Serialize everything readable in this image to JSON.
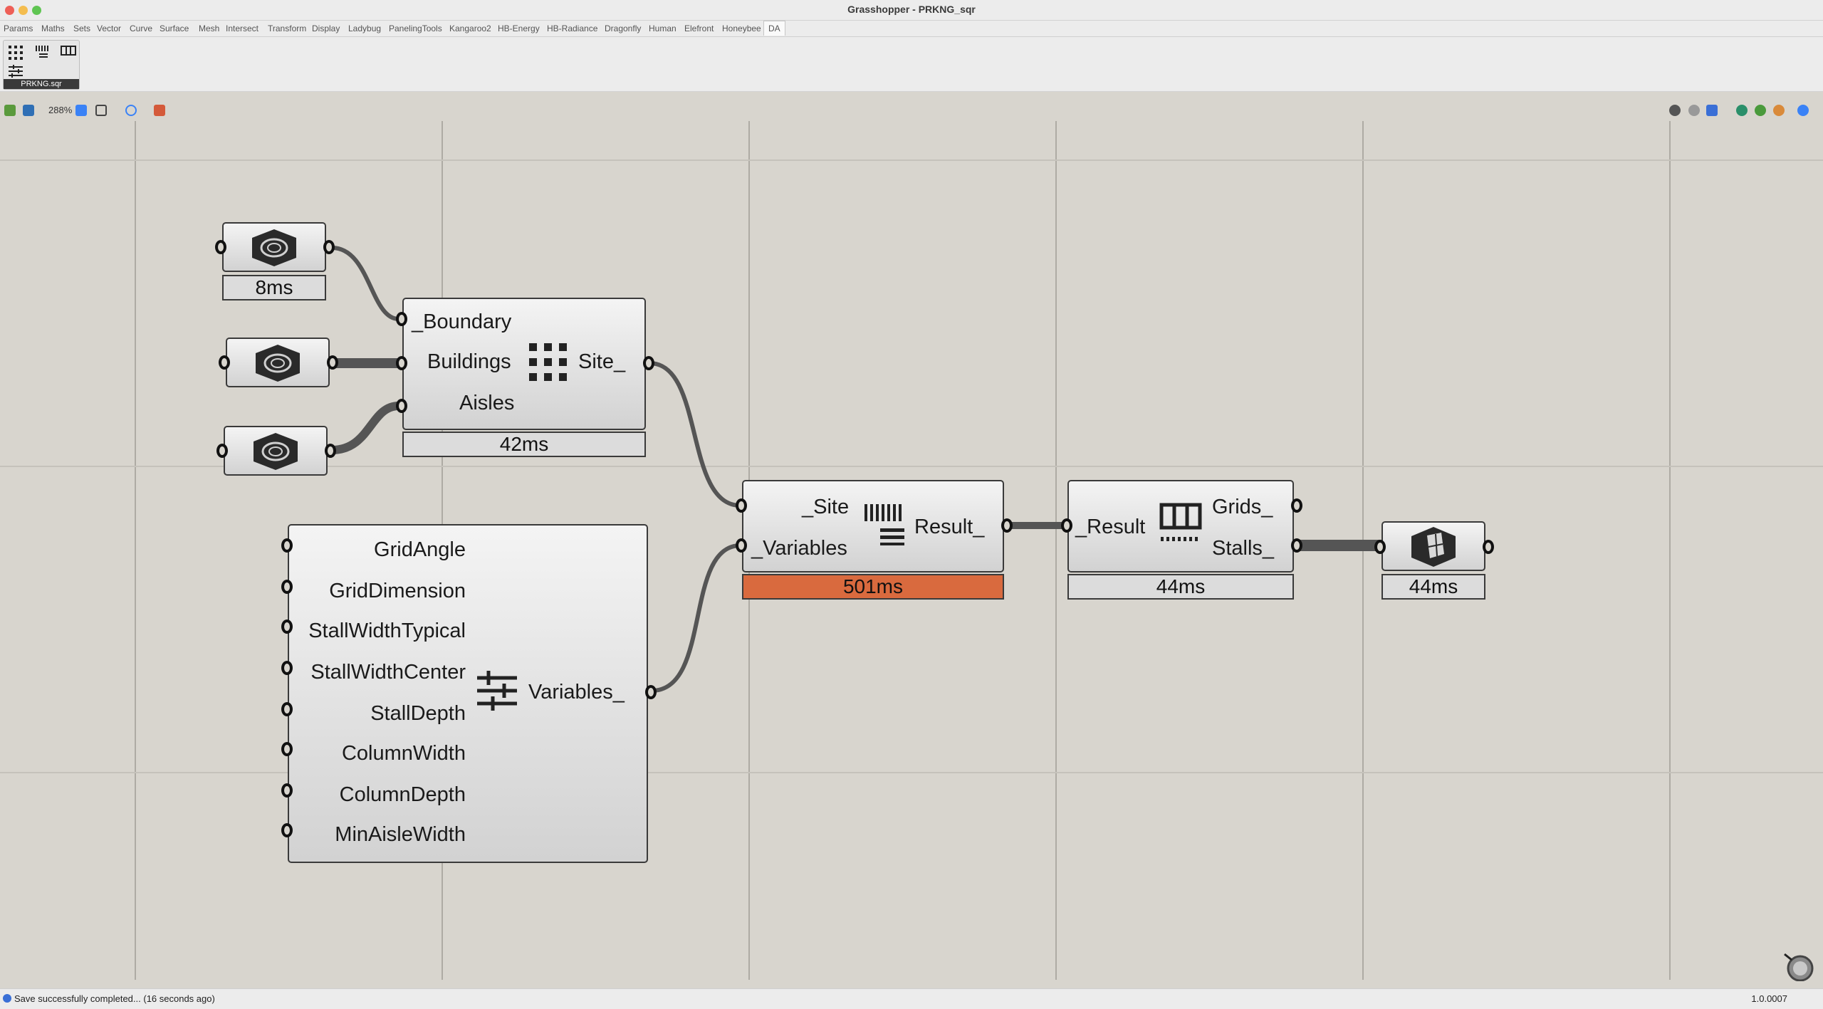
{
  "window": {
    "title": "Grasshopper - PRKNG_sqr"
  },
  "menu_tabs": [
    "Params",
    "Maths",
    "Sets",
    "Vector",
    "Curve",
    "Surface",
    "Mesh",
    "Intersect",
    "Transform",
    "Display",
    "Ladybug",
    "PanelingTools",
    "Kangaroo2",
    "HB-Energy",
    "HB-Radiance",
    "Dragonfly",
    "Human",
    "Elefront",
    "Honeybee",
    "DA"
  ],
  "ribbon": {
    "panel_label": "PRKNG.sqr"
  },
  "toolbar": {
    "zoom": "288%"
  },
  "nodes": {
    "param1": {
      "time": "8ms"
    },
    "site": {
      "inputs": [
        "_Boundary",
        "Buildings",
        "Aisles"
      ],
      "output": "Site_",
      "time": "42ms"
    },
    "variables": {
      "inputs": [
        "GridAngle",
        "GridDimension",
        "StallWidthTypical",
        "StallWidthCenter",
        "StallDepth",
        "ColumnWidth",
        "ColumnDepth",
        "MinAisleWidth"
      ],
      "output": "Variables_"
    },
    "solver": {
      "inputs": [
        "_Site",
        "_Variables"
      ],
      "output": "Result_",
      "time": "501ms"
    },
    "result": {
      "input": "_Result",
      "outputs": [
        "Grids_",
        "Stalls_"
      ],
      "time": "44ms"
    },
    "preview": {
      "time": "44ms"
    }
  },
  "status": {
    "message": "Save successfully completed... (16 seconds ago)",
    "version": "1.0.0007"
  },
  "colors": {
    "canvas": "#d8d5ce",
    "hot_time": "#d96a3e",
    "wire": "#555555"
  },
  "icons": [
    "grid-dots-icon",
    "slider-icon",
    "columns-icon",
    "barcode-icon",
    "hexagon-param-icon",
    "preview-icon"
  ]
}
